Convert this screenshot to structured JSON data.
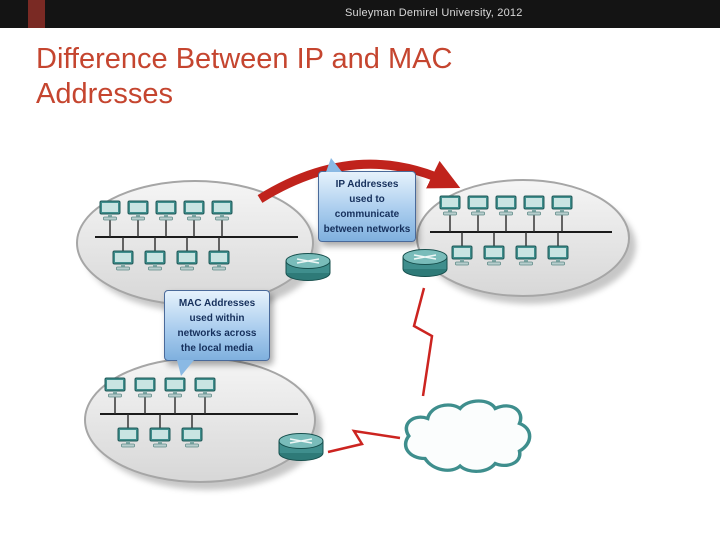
{
  "header": {
    "text": "Suleyman Demirel University, 2012"
  },
  "title": {
    "line1": "Difference Between IP and MAC",
    "line2": "Addresses"
  },
  "callouts": {
    "ip": {
      "lines": [
        "IP Addresses",
        "used to",
        "communicate",
        "between networks"
      ]
    },
    "mac": {
      "lines": [
        "MAC Addresses",
        "used within",
        "networks across",
        "the local media"
      ]
    }
  },
  "diagram": {
    "icons": {
      "computer": "pc-monitor-icon",
      "router": "router-icon",
      "cloud": "wan-cloud-icon",
      "curved_arrow": "red-curved-arrow-icon",
      "serial_link": "red-zigzag-link-icon"
    },
    "colors": {
      "title_red": "#c5452f",
      "arrow_red": "#c0231c",
      "device_teal": "#3f8e8d",
      "callout_blue_top": "#e6f2fc",
      "callout_blue_bottom": "#7fb0de",
      "header_maroon": "#7a2a24",
      "header_black": "#141414"
    }
  }
}
